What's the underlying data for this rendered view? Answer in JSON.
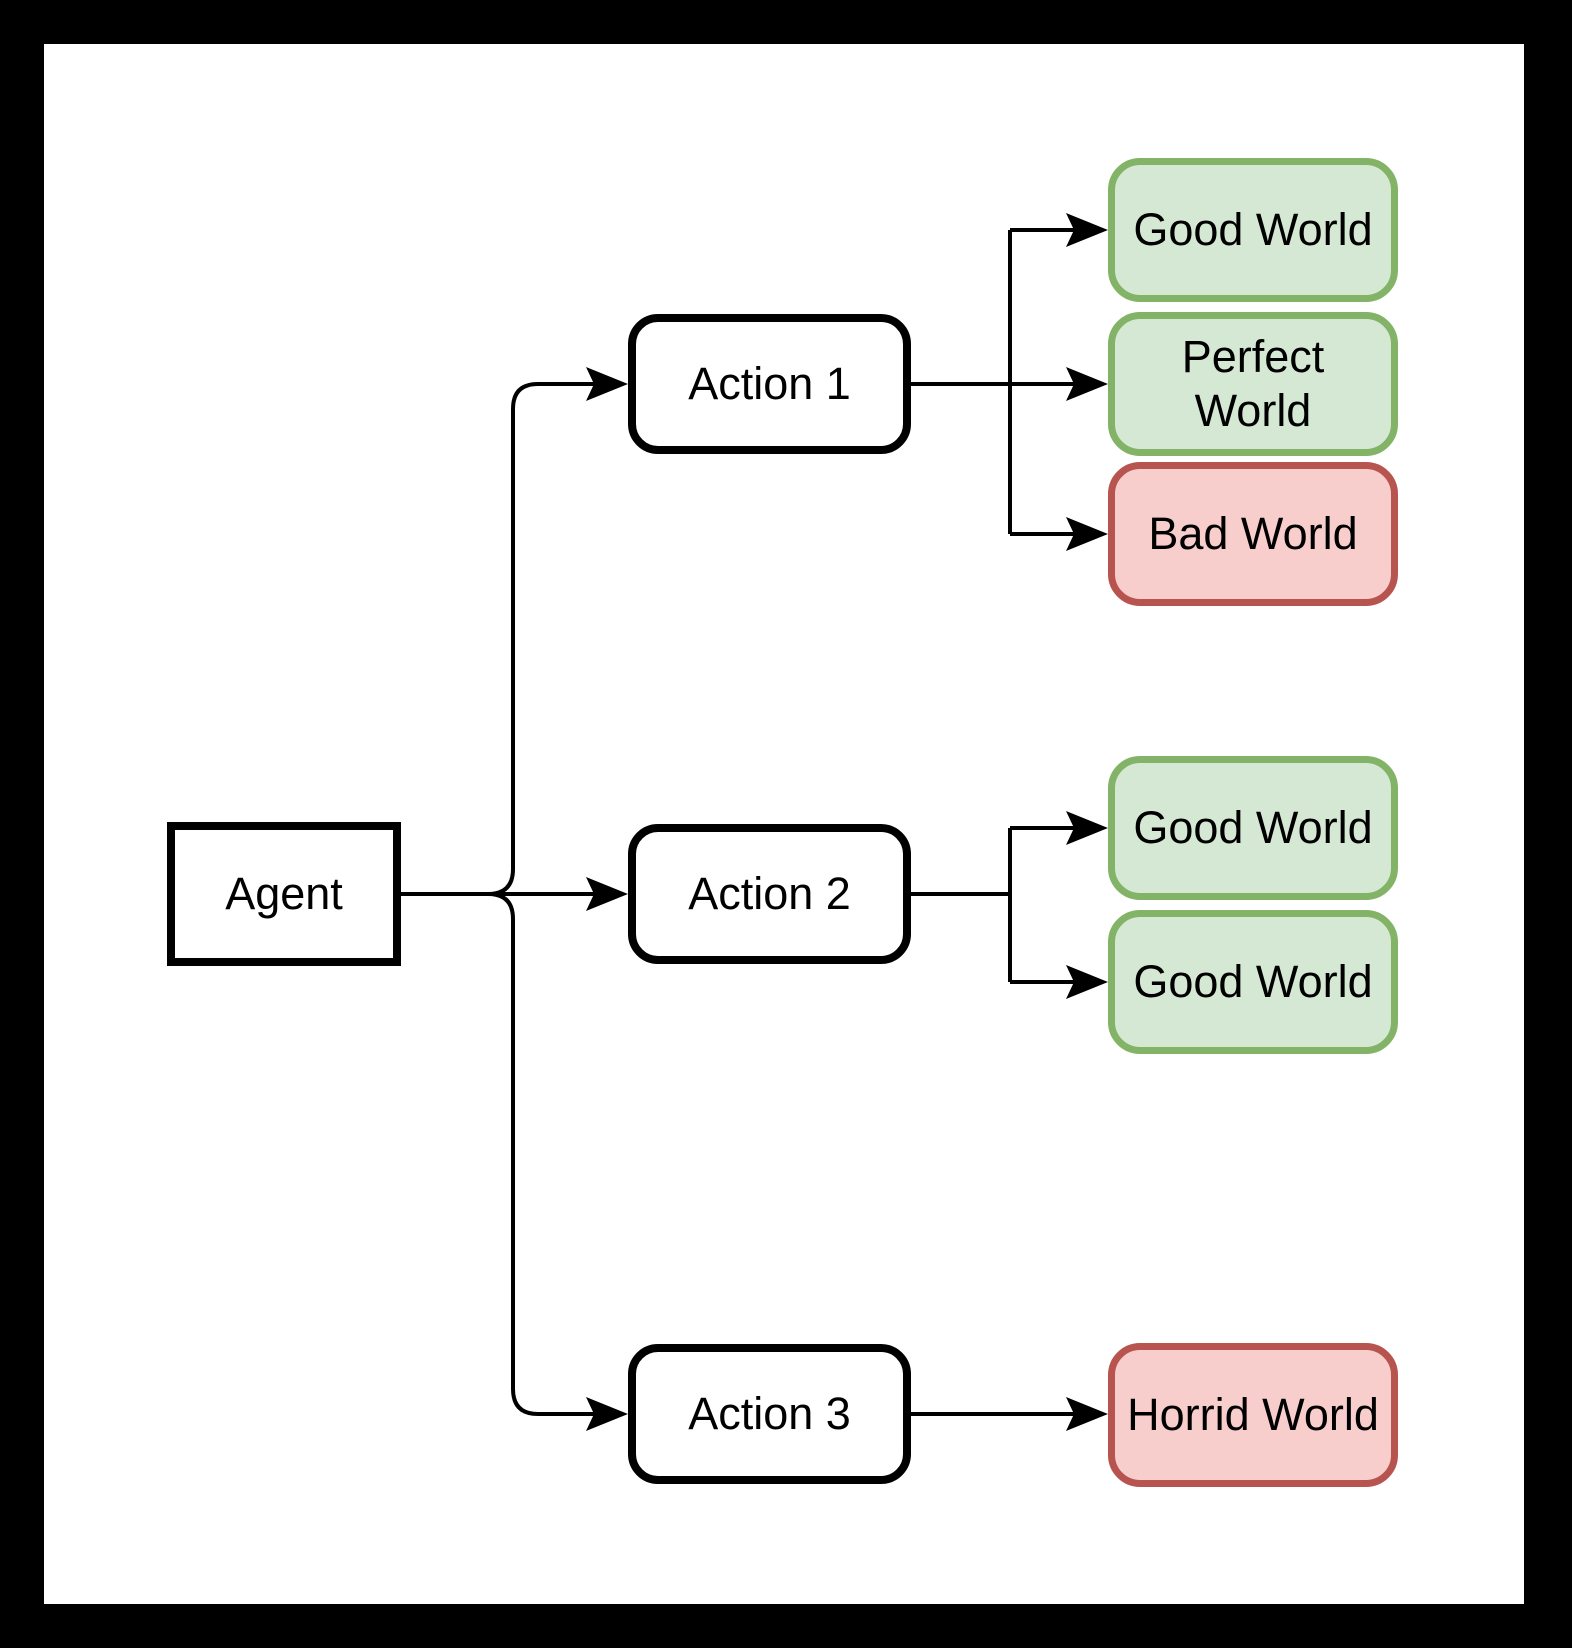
{
  "diagram": {
    "agent": {
      "label": "Agent"
    },
    "actions": [
      {
        "label": "Action 1",
        "outcomes": [
          {
            "label": "Good World",
            "sentiment": "good"
          },
          {
            "label": "Perfect World",
            "sentiment": "good"
          },
          {
            "label": "Bad World",
            "sentiment": "bad"
          }
        ]
      },
      {
        "label": "Action 2",
        "outcomes": [
          {
            "label": "Good World",
            "sentiment": "good"
          },
          {
            "label": "Good World",
            "sentiment": "good"
          }
        ]
      },
      {
        "label": "Action 3",
        "outcomes": [
          {
            "label": "Horrid World",
            "sentiment": "bad"
          }
        ]
      }
    ],
    "colors": {
      "good_fill": "#d5e8d4",
      "good_border": "#82b366",
      "bad_fill": "#f8cecc",
      "bad_border": "#b85450",
      "neutral_border": "#000000",
      "connector": "#000000"
    }
  }
}
